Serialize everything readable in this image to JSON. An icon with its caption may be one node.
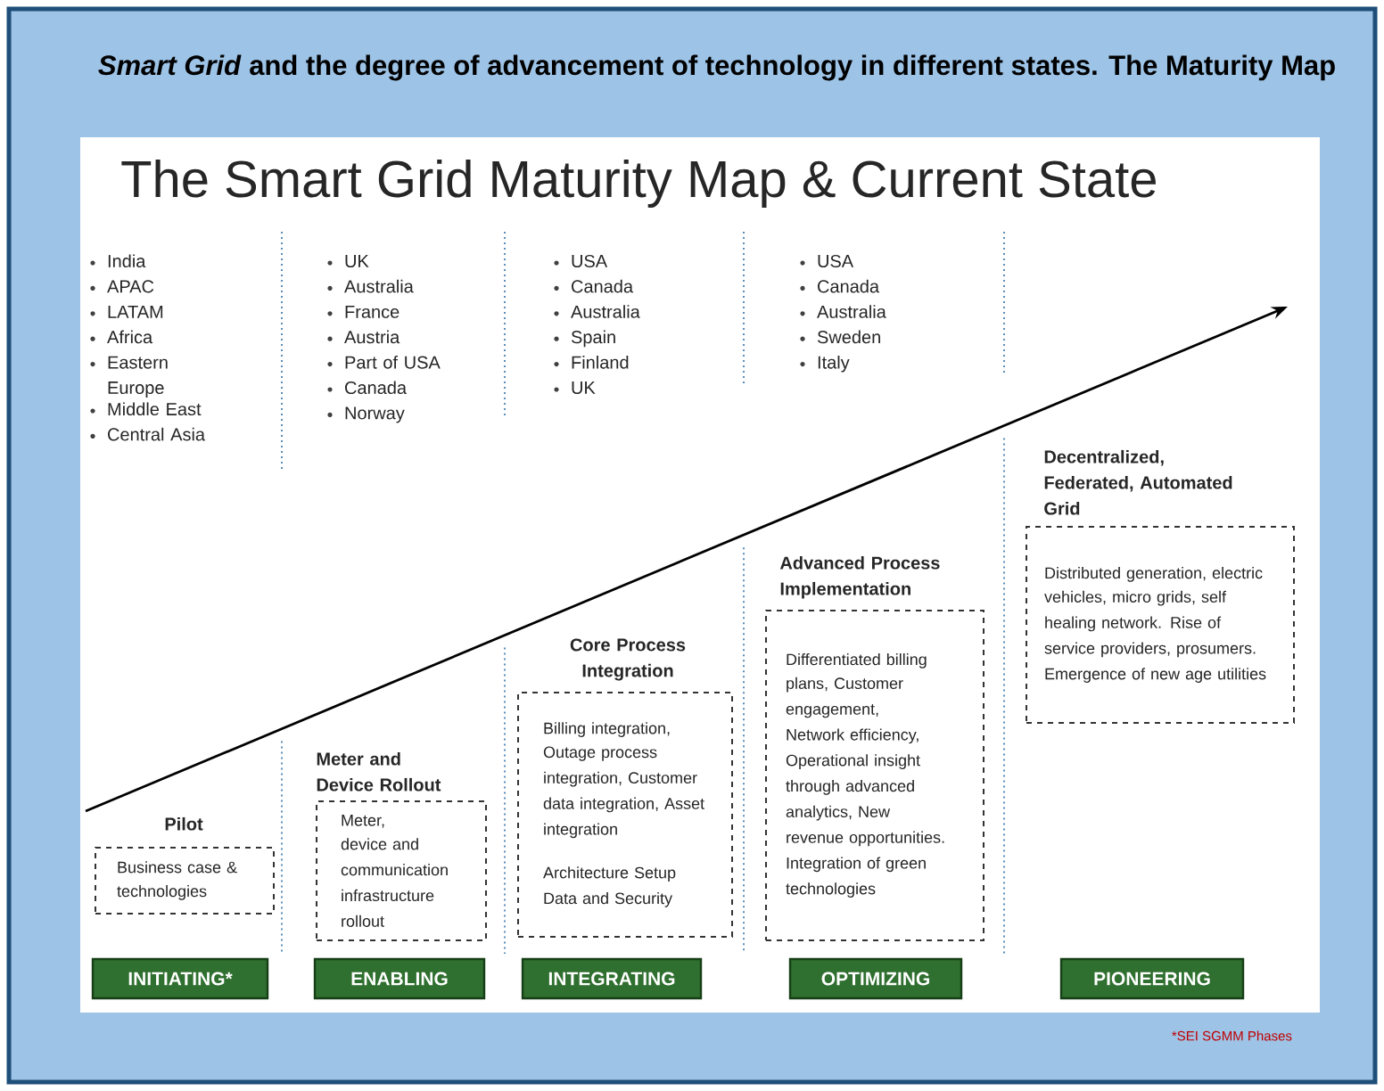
{
  "diagram": {
    "caption": "*Smart Grid* and the degree of advancement of technology in different states. The Maturity Map",
    "title": "The Smart Grid Maturity Map & Current State",
    "nodes": [
      {
        "text": [
          "Pilot",
          "Business case & technologies"
        ]
      },
      {
        "text": [
          "INITIATING*"
        ]
      },
      {
        "text": [
          "Meter and Device Rollout",
          "Meter, device and communication infrastructure rollout"
        ]
      },
      {
        "text": [
          "ENABLING"
        ]
      },
      {
        "text": [
          "Core Process Integration",
          "Billing integration, Outage process integration, Customer data integration, Asset integration",
          "Architecture Setup Data and Security"
        ]
      },
      {
        "text": [
          "INTEGRATING"
        ]
      },
      {
        "text": [
          "Advanced Process Implementation",
          "Differentiated billing plans, Customer engagement, Network efficiency, Operational insight through advanced analytics, New revenue opportunities. Integration of green technologies"
        ]
      },
      {
        "text": [
          "OPTIMIZING"
        ]
      },
      {
        "text": [
          "Decentralized, Federated, Automated Grid",
          "Distributed generation, electric vehicles, micro grids, self healing network. Rise of service providers, prosumers. Emergence of new age utilities"
        ]
      },
      {
        "text": [
          "PIONEERING"
        ]
      }
    ],
    "labels": [
      "India",
      "APAC",
      "LATAM",
      "Africa",
      "Eastern Europe",
      "Middle East",
      "Central Asia",
      "UK",
      "Australia",
      "France",
      "Austria",
      "Part of USA",
      "Canada",
      "Norway",
      "USA",
      "Canada",
      "Australia",
      "Spain",
      "Finland",
      "UK",
      "USA",
      "Canada",
      "Australia",
      "Sweden",
      "Italy",
      "*SEI SGMM Phases"
    ]
  }
}
